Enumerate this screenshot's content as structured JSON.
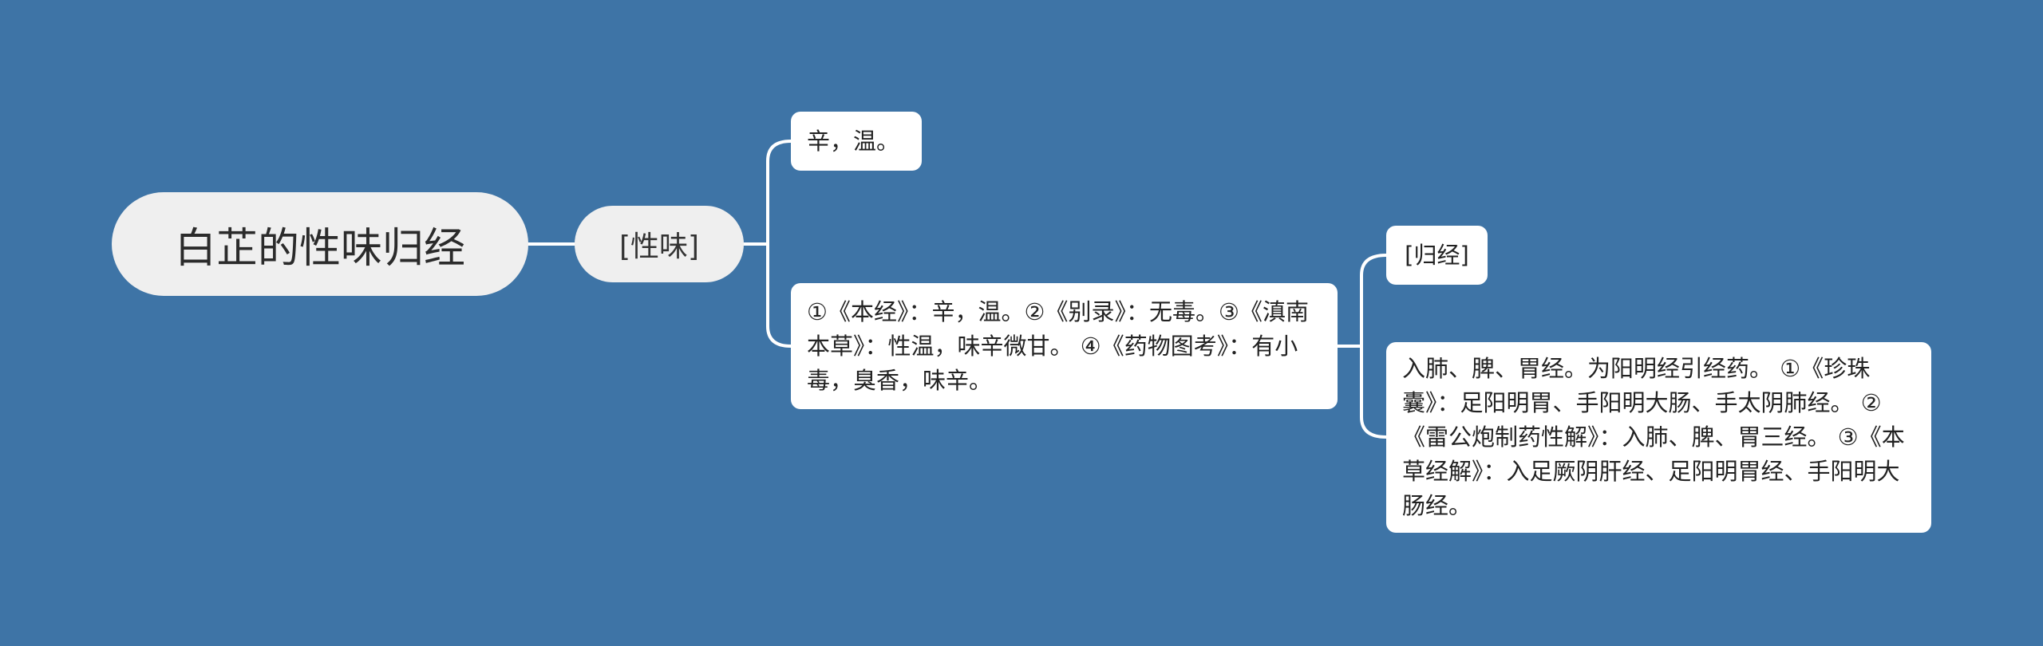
{
  "root": {
    "label": "白芷的性味归经"
  },
  "branch_xingwei": {
    "label": "[性味]"
  },
  "leaf_xin_wen": {
    "text": "辛，温。"
  },
  "leaf_sources": {
    "text": "①《本经》：辛，温。②《别录》：无毒。③《滇南本草》：性温，味辛微甘。 ④《药物图考》：有小毒，臭香，味辛。"
  },
  "branch_guijing": {
    "label": "[归经]"
  },
  "leaf_guijing": {
    "text": "入肺、脾、胃经。为阳明经引经药。 ①《珍珠囊》：足阳明胃、手阳明大肠、手太阴肺经。 ②《雷公炮制药性解》：入肺、脾、胃三经。 ③《本草经解》：入足厥阴肝经、足阳明胃经、手阳明大肠经。"
  },
  "colors": {
    "background": "#3e74a6",
    "line": "#ffffff",
    "pill": "#efefef",
    "box": "#ffffff"
  }
}
